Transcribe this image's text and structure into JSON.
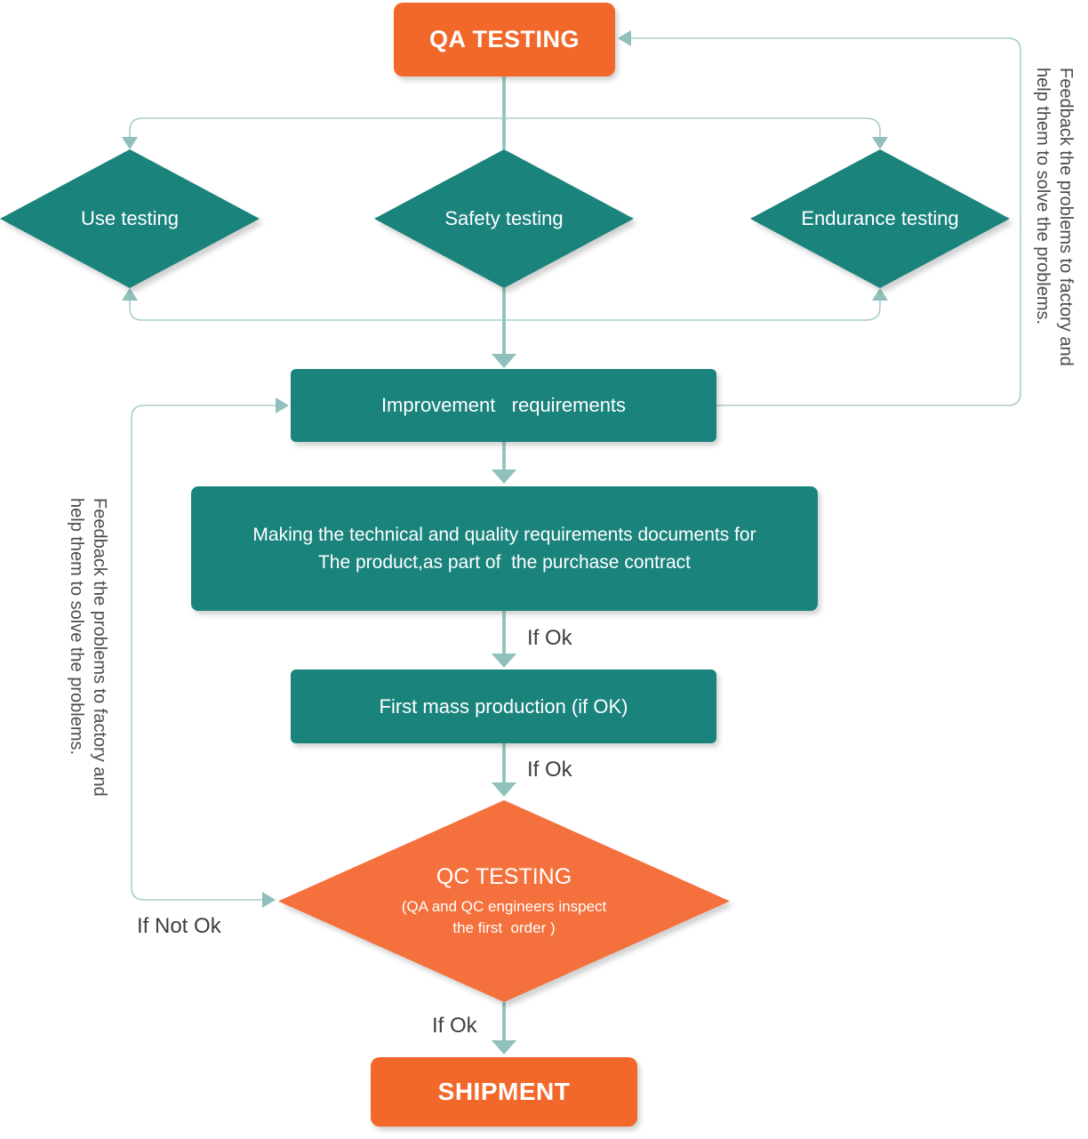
{
  "colors": {
    "teal": "#1A837C",
    "orange": "#F2682B",
    "orange_diamond": "#F4703C",
    "line_thin": "#A9CDCB",
    "line_thick": "#97C4C0",
    "arrow": "#8FC0BB",
    "label_text": "#3E3E3E",
    "note_text": "#4D4D4D"
  },
  "nodes": {
    "qa_testing": "QA TESTING",
    "use_testing": "Use testing",
    "safety_testing": "Safety testing",
    "endurance_testing": "Endurance testing",
    "improvement": "Improvement   requirements",
    "making_docs": "Making the technical and quality requirements documents for\nThe product,as part of  the purchase contract",
    "first_mass": "First mass production (if OK)",
    "qc_title": "QC TESTING",
    "qc_subtitle": "(QA and QC engineers inspect\nthe first  order )",
    "shipment": "SHIPMENT"
  },
  "edge_labels": {
    "if_ok_top": "If Ok",
    "if_ok_mid": "If Ok",
    "if_ok_bottom": "If Ok",
    "if_not_ok": "If Not Ok"
  },
  "side_notes": {
    "right": "Feedback the problems to factory and\nhelp them to solve the problems.",
    "left": "Feedback the problems to factory and\nhelp them to solve the problems."
  }
}
